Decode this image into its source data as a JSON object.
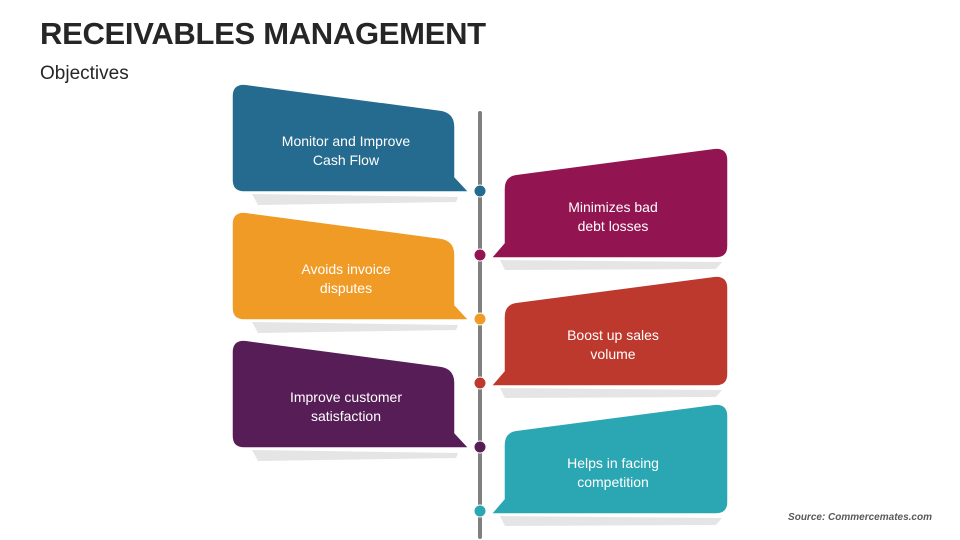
{
  "header": {
    "title": "RECEIVABLES MANAGEMENT",
    "subtitle": "Objectives"
  },
  "footer": {
    "source": "Source: Commercemates.com"
  },
  "colors": {
    "timeline": "#7f7f7f",
    "shadow": "#d0d0d0"
  },
  "objectives": [
    {
      "text": "Monitor and Improve\nCash Flow",
      "side": "left",
      "color": "#256a8f"
    },
    {
      "text": "Minimizes bad\ndebt losses",
      "side": "right",
      "color": "#921450"
    },
    {
      "text": "Avoids invoice\ndisputes",
      "side": "left",
      "color": "#f19b27"
    },
    {
      "text": "Boost up sales\nvolume",
      "side": "right",
      "color": "#bd392e"
    },
    {
      "text": "Improve customer\nsatisfaction",
      "side": "left",
      "color": "#561d57"
    },
    {
      "text": "Helps in facing\ncompetition",
      "side": "right",
      "color": "#2ba7b3"
    }
  ]
}
